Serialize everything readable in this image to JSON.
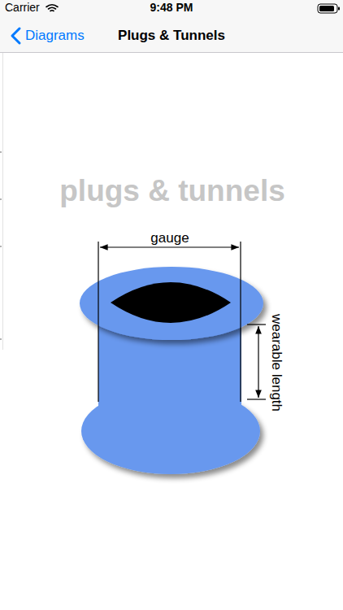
{
  "diagram": {
    "title": "plugs & tunnels",
    "labels": [
      "Carrier",
      "9:48 PM",
      "Diagrams",
      "Plugs & Tunnels",
      "gauge",
      "wearable length"
    ]
  }
}
